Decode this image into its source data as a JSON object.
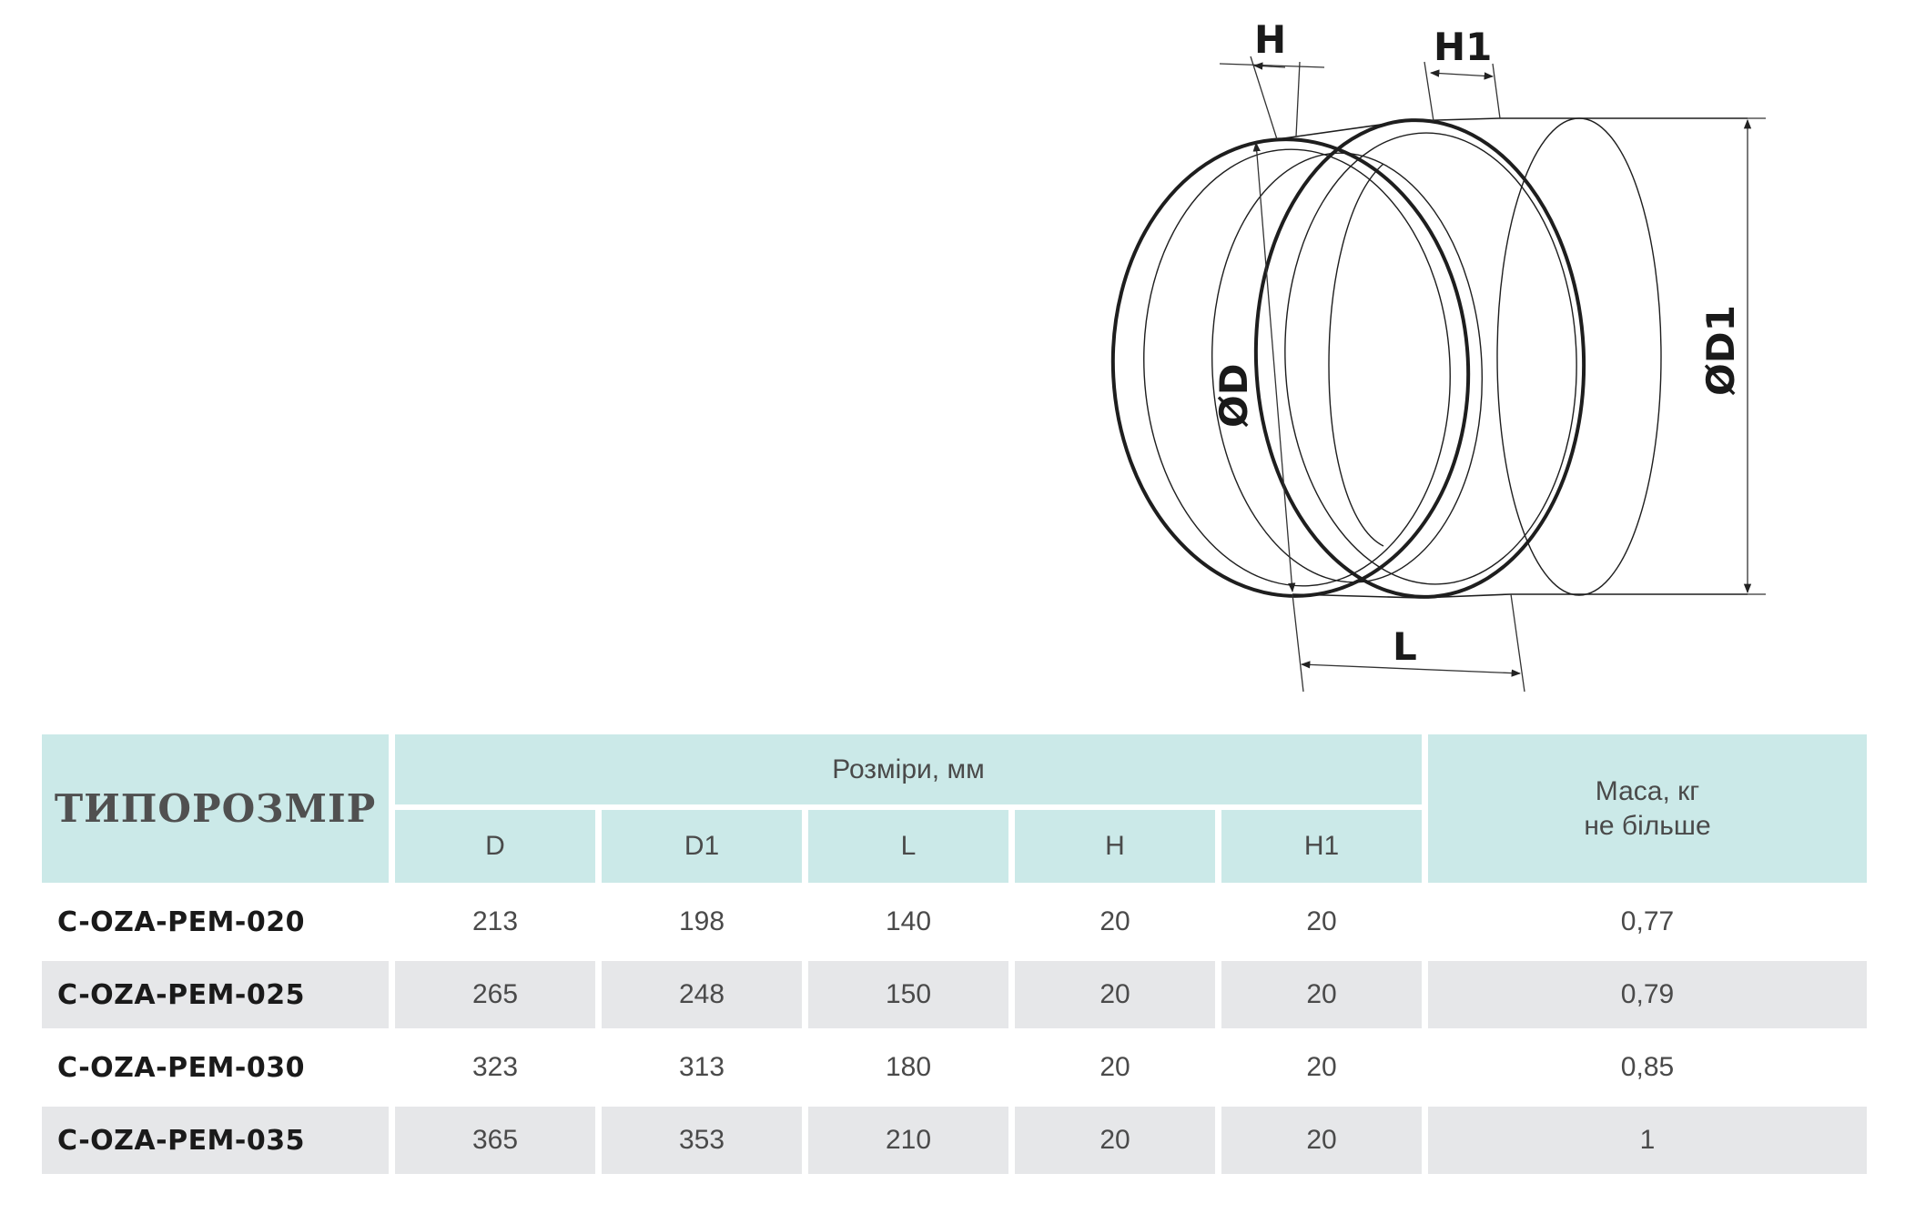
{
  "drawing": {
    "labels": {
      "h": "H",
      "h1": "H1",
      "d": "ØD",
      "d1": "ØD1",
      "l": "L"
    }
  },
  "table": {
    "model_header": "ТИПОРОЗМІР",
    "dims_header": "Розміри, мм",
    "mass_header_line1": "Маса, кг",
    "mass_header_line2": "не більше",
    "columns": [
      "D",
      "D1",
      "L",
      "H",
      "H1"
    ],
    "rows": [
      {
        "model": "C-OZA-PEM-020",
        "d": "213",
        "d1": "198",
        "l": "140",
        "h": "20",
        "h1": "20",
        "mass": "0,77"
      },
      {
        "model": "C-OZA-PEM-025",
        "d": "265",
        "d1": "248",
        "l": "150",
        "h": "20",
        "h1": "20",
        "mass": "0,79"
      },
      {
        "model": "C-OZA-PEM-030",
        "d": "323",
        "d1": "313",
        "l": "180",
        "h": "20",
        "h1": "20",
        "mass": "0,85"
      },
      {
        "model": "C-OZA-PEM-035",
        "d": "365",
        "d1": "353",
        "l": "210",
        "h": "20",
        "h1": "20",
        "mass": "1"
      }
    ]
  }
}
